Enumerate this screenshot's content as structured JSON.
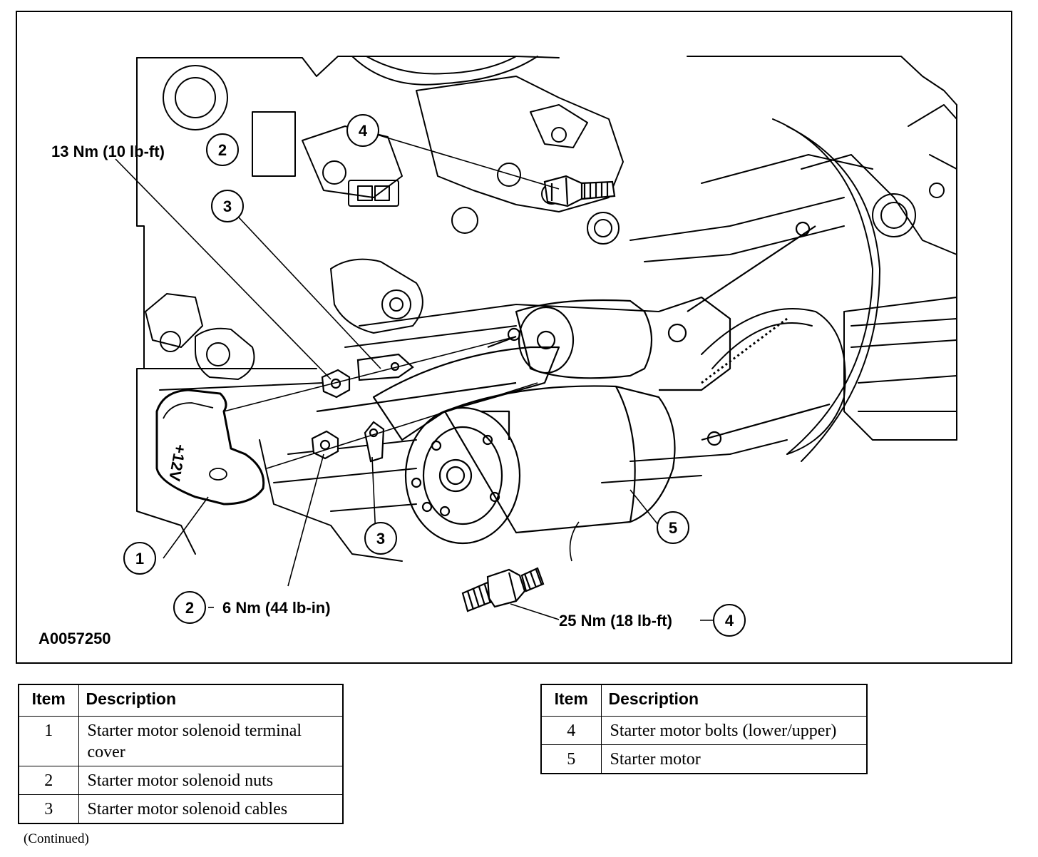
{
  "figure": {
    "id_code": "A0057250",
    "torque_upper_bolt": "13 Nm (10 lb-ft)",
    "torque_terminal_nut": "6 Nm (44 lb-in)",
    "torque_lower_bolt": "25 Nm (18 lb-ft)",
    "cover_label": "+12V",
    "callouts": {
      "c1": "1",
      "c2a": "2",
      "c2b": "2",
      "c3a": "3",
      "c3b": "3",
      "c4a": "4",
      "c4b": "4",
      "c5": "5"
    }
  },
  "legend_left": {
    "header_item": "Item",
    "header_desc": "Description",
    "rows": [
      {
        "item": "1",
        "desc": "Starter motor solenoid terminal cover"
      },
      {
        "item": "2",
        "desc": "Starter motor solenoid nuts"
      },
      {
        "item": "3",
        "desc": "Starter motor solenoid cables"
      }
    ]
  },
  "legend_right": {
    "header_item": "Item",
    "header_desc": "Description",
    "rows": [
      {
        "item": "4",
        "desc": "Starter motor bolts (lower/upper)"
      },
      {
        "item": "5",
        "desc": "Starter motor"
      }
    ]
  },
  "footer": {
    "continued": "(Continued)"
  }
}
